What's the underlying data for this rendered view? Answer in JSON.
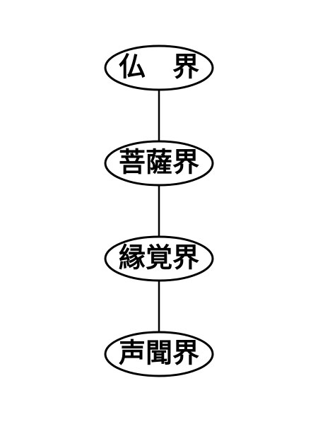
{
  "diagram": {
    "nodes": [
      {
        "id": "butsukai",
        "label": "仏　界"
      },
      {
        "id": "bosatsukai",
        "label": "菩薩界"
      },
      {
        "id": "engakukai",
        "label": "縁覚界"
      },
      {
        "id": "shomonkai",
        "label": "声聞界"
      }
    ],
    "edges": [
      {
        "from": "butsukai",
        "to": "bosatsukai"
      },
      {
        "from": "bosatsukai",
        "to": "engakukai"
      },
      {
        "from": "engakukai",
        "to": "shomonkai"
      }
    ],
    "colors": {
      "stroke": "#000000",
      "fill": "#ffffff",
      "text": "#000000"
    }
  }
}
